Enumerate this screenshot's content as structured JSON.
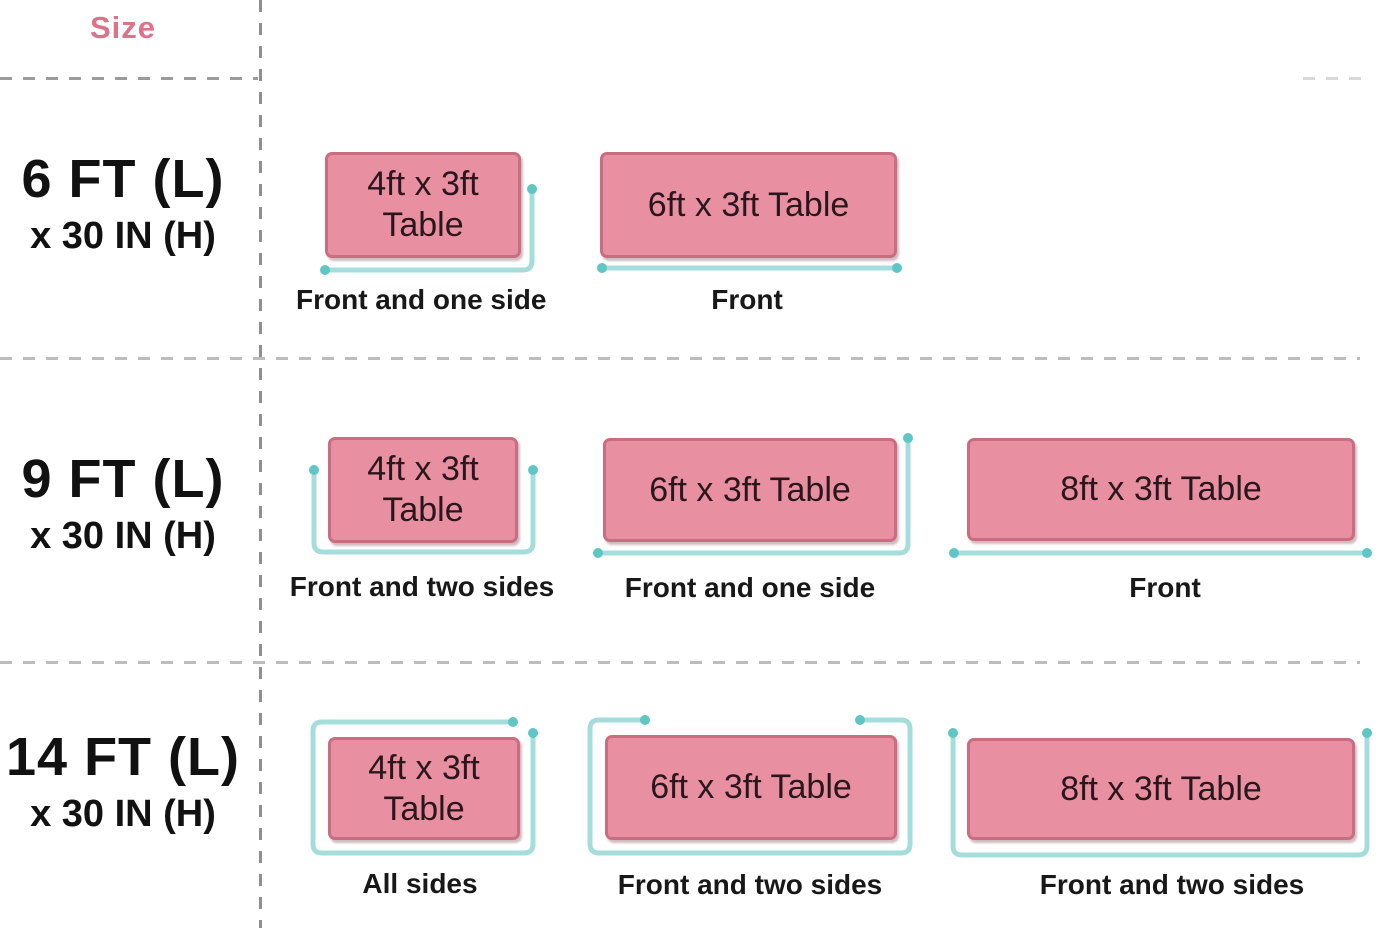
{
  "title": "Size",
  "colors": {
    "accent_pink": "#dd7289",
    "table_fill": "#e890a1",
    "table_border": "#cb6d81",
    "coverage_line": "#a5dcdc",
    "coverage_dot": "#5fc6c6",
    "text": "#111111",
    "dash_gray": "#9b9b9b"
  },
  "rows": [
    {
      "size_main": "6 FT (L)",
      "size_sub": "x 30 IN (H)",
      "cells": [
        {
          "table_line1": "4ft x 3ft",
          "table_line2": "Table",
          "coverage": "Front and one side",
          "sides": "front-and-one-side"
        },
        {
          "table_line1": "6ft x 3ft Table",
          "coverage": "Front",
          "sides": "front"
        }
      ]
    },
    {
      "size_main": "9 FT (L)",
      "size_sub": "x 30 IN (H)",
      "cells": [
        {
          "table_line1": "4ft x 3ft",
          "table_line2": "Table",
          "coverage": "Front and two sides",
          "sides": "front-and-two-sides"
        },
        {
          "table_line1": "6ft x 3ft Table",
          "coverage": "Front and one side",
          "sides": "front-and-one-side"
        },
        {
          "table_line1": "8ft x 3ft Table",
          "coverage": "Front",
          "sides": "front"
        }
      ]
    },
    {
      "size_main": "14 FT (L)",
      "size_sub": "x 30 IN (H)",
      "cells": [
        {
          "table_line1": "4ft x 3ft",
          "table_line2": "Table",
          "coverage": "All sides",
          "sides": "all-sides"
        },
        {
          "table_line1": "6ft x 3ft Table",
          "coverage": "Front and two sides",
          "sides": "front-and-two-sides-wrap"
        },
        {
          "table_line1": "8ft x 3ft Table",
          "coverage": "Front and two sides",
          "sides": "front-and-two-sides"
        }
      ]
    }
  ]
}
